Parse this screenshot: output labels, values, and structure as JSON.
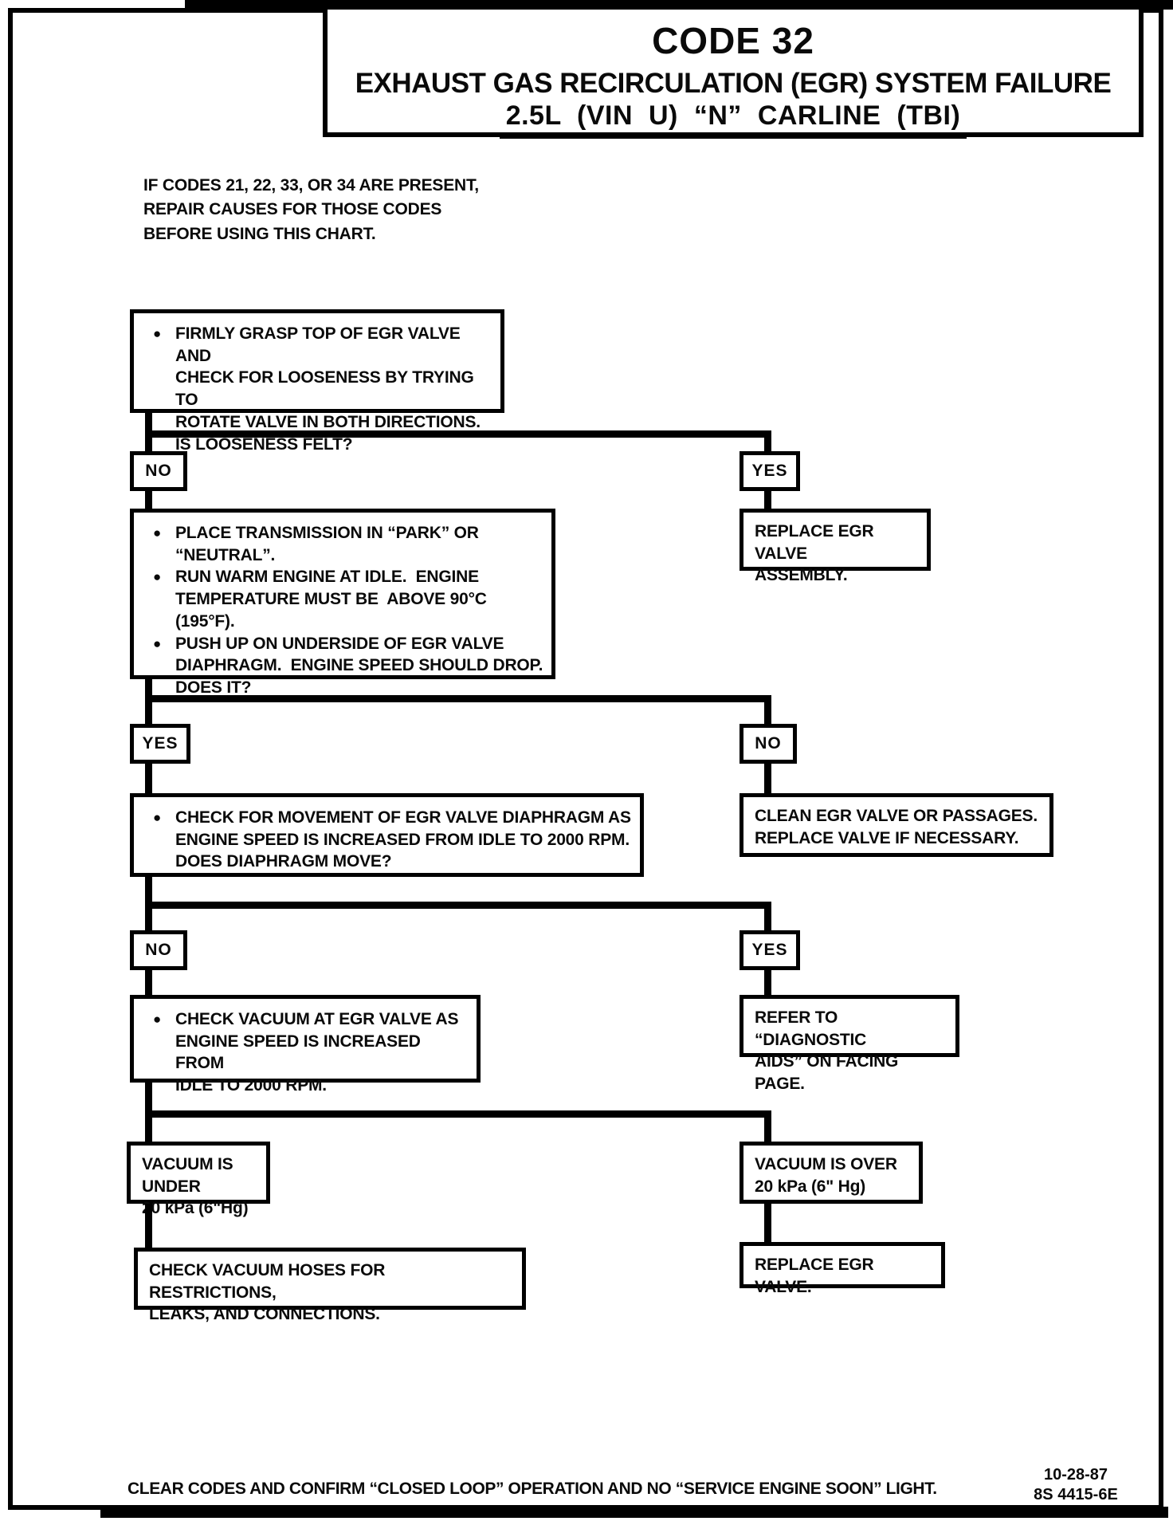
{
  "header": {
    "code": "CODE 32",
    "subtitle1": "EXHAUST GAS RECIRCULATION (EGR) SYSTEM FAILURE",
    "subtitle2": "2.5L (VIN U) “N” CARLINE (TBI)"
  },
  "intro": "IF CODES 21, 22, 33, OR 34 ARE PRESENT,\nREPAIR CAUSES FOR THOSE CODES\nBEFORE USING THIS CHART.",
  "bullet_icon": "●",
  "flowchart": {
    "step1": {
      "text": "FIRMLY GRASP TOP OF EGR VALVE AND\nCHECK FOR LOOSENESS BY TRYING TO\nROTATE VALVE IN BOTH DIRECTIONS.\nIS LOOSENESS FELT?"
    },
    "branch1": {
      "left": "NO",
      "right": "YES"
    },
    "replace_assembly": "REPLACE EGR VALVE\nASSEMBLY.",
    "step2": {
      "items": [
        "PLACE TRANSMISSION IN “PARK” OR\n“NEUTRAL”.",
        "RUN WARM ENGINE AT IDLE.  ENGINE\nTEMPERATURE MUST BE  ABOVE 90°C (195°F).",
        "PUSH UP ON UNDERSIDE OF EGR VALVE\nDIAPHRAGM.  ENGINE SPEED SHOULD DROP.\nDOES IT?"
      ]
    },
    "branch2": {
      "left": "YES",
      "right": "NO"
    },
    "clean_valve": "CLEAN EGR VALVE OR PASSAGES.\nREPLACE VALVE IF NECESSARY.",
    "step3": {
      "text": "CHECK FOR MOVEMENT OF EGR VALVE DIAPHRAGM AS\nENGINE SPEED IS INCREASED FROM IDLE TO 2000 RPM.\nDOES DIAPHRAGM MOVE?"
    },
    "branch3": {
      "left": "NO",
      "right": "YES"
    },
    "refer_aids": "REFER TO “DIAGNOSTIC\nAIDS” ON FACING PAGE.",
    "step4": {
      "text": "CHECK VACUUM AT EGR VALVE AS\nENGINE SPEED IS INCREASED FROM\nIDLE TO 2000 RPM."
    },
    "vacuum_under": "VACUUM IS UNDER\n20 kPa (6\"Hg)",
    "vacuum_over": "VACUUM IS OVER\n20 kPa (6\" Hg)",
    "check_hoses": "CHECK VACUUM HOSES FOR RESTRICTIONS,\nLEAKS, AND CONNECTIONS.",
    "replace_valve": "REPLACE EGR VALVE."
  },
  "footer": {
    "instruction": "CLEAR CODES AND CONFIRM “CLOSED LOOP” OPERATION AND NO “SERVICE ENGINE SOON” LIGHT.",
    "date": "10-28-87",
    "doc_code": "8S 4415-6E"
  },
  "colors": {
    "ink": "#0a0a0a",
    "paper": "#ffffff"
  }
}
